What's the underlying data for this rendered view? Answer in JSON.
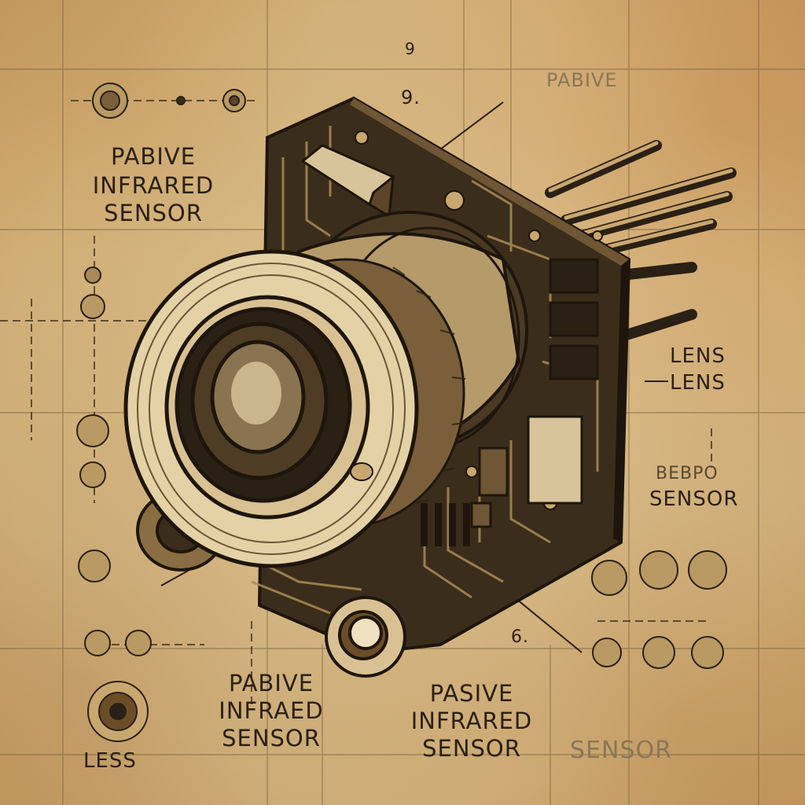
{
  "labels": {
    "top_left": [
      "PABIVE",
      "INFRARED",
      "SENSOR"
    ],
    "top_right": "PABIVE",
    "top_mark": "9.",
    "top_mark2": "9",
    "right_lens": [
      "LENS",
      "LENS"
    ],
    "right_sensor": [
      "BEBPO",
      "SENSOR"
    ],
    "bottom_left": "LESS",
    "bottom_center": [
      "PABIVE",
      "INFRAED",
      "SENSOR"
    ],
    "bottom_right": [
      "PASIVE",
      "INFRARED",
      "SENSOR"
    ],
    "bottom_far_right": "SENSOR",
    "callout_number": "6."
  },
  "colors": {
    "paper": "#e3cb98",
    "ink": "#2a2014",
    "grid": "#6b5537"
  }
}
